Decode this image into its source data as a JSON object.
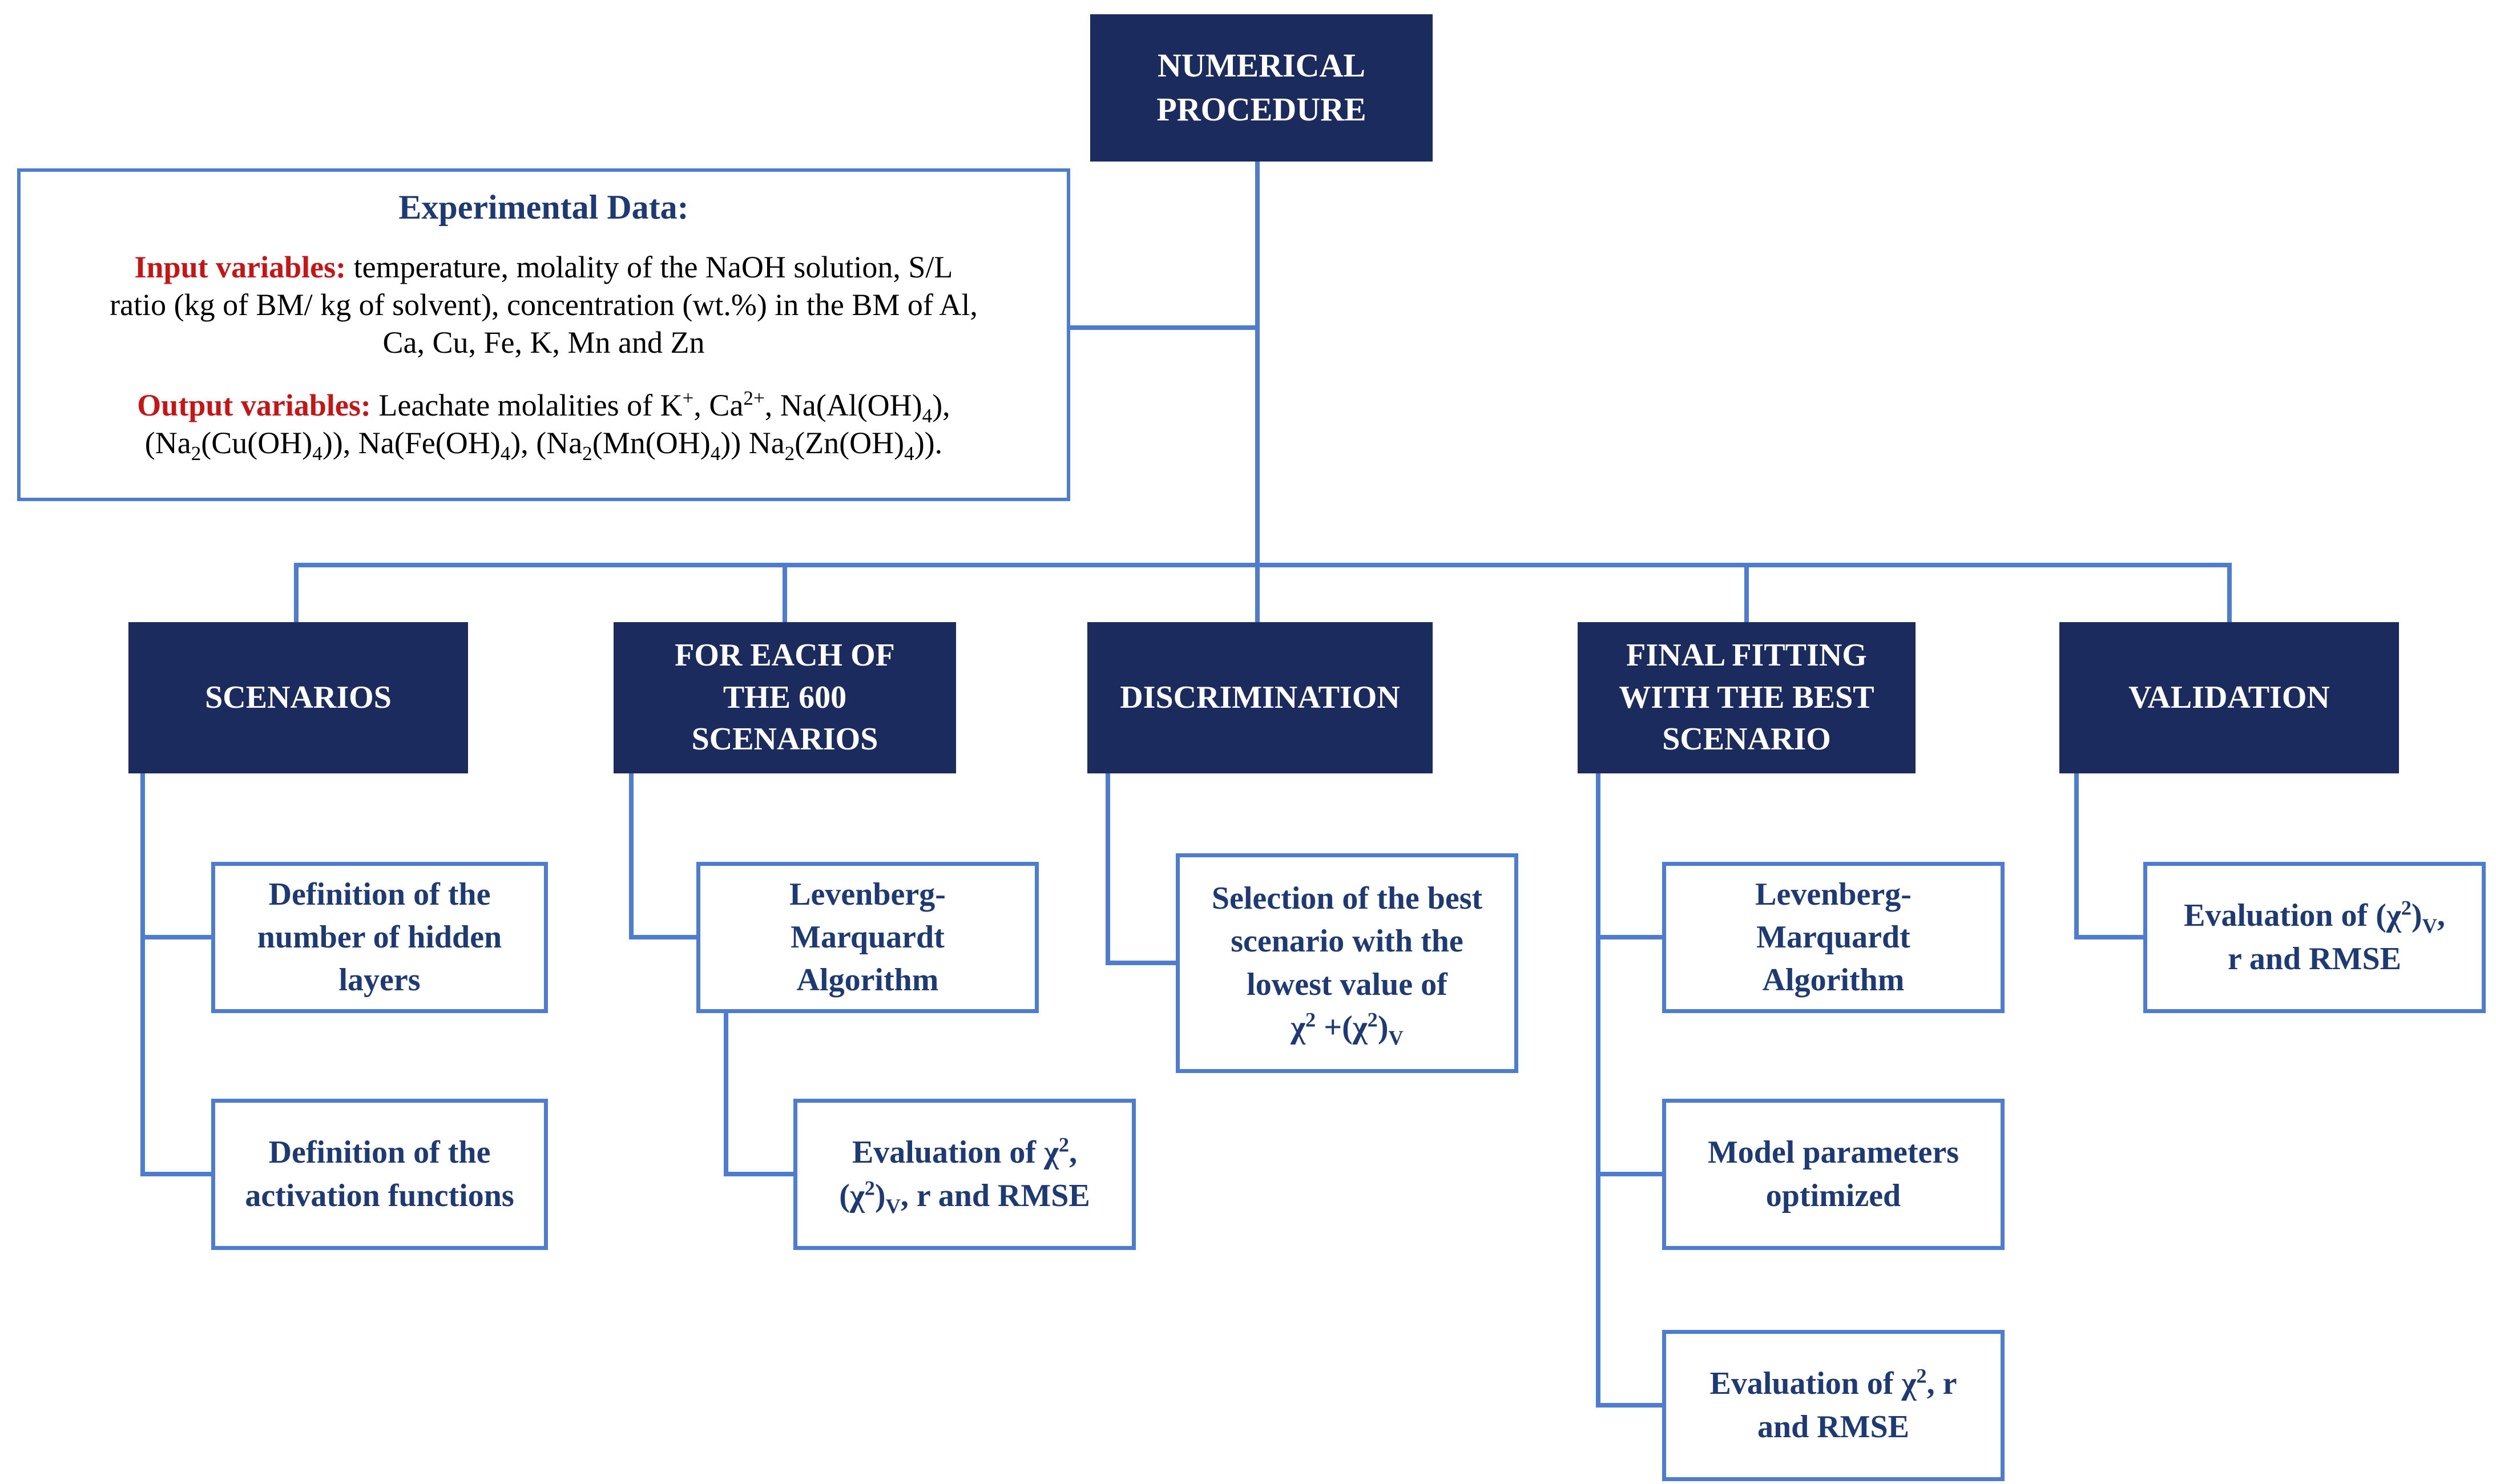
{
  "diagram": {
    "root": {
      "label": "NUMERICAL\nPROCEDURE"
    },
    "experimental": {
      "title": "Experimental Data:",
      "input_label": "Input variables:",
      "input_text": "temperature, molality of the NaOH solution, S/L\nratio (kg of BM/ kg of solvent), concentration (wt.%) in the BM of Al,\nCa, Cu, Fe, K, Mn and Zn",
      "output_label": "Output variables:",
      "output_text": "Leachate molalities of K^+^, Ca^2+^, Na(Al(OH)_4_),\n(Na_2_(Cu(OH)_4_)), Na(Fe(OH)_4_), (Na_2_(Mn(OH)_4_)) Na_2_(Zn(OH)_4_))."
    },
    "columns": [
      {
        "header": "SCENARIOS",
        "children": [
          "Definition of the\nnumber of hidden\nlayers",
          "Definition of the\nactivation functions"
        ]
      },
      {
        "header": "FOR EACH OF\nTHE 600\nSCENARIOS",
        "children": [
          "Levenberg-\nMarquardt\nAlgorithm",
          "Evaluation of χ^2^,\n(χ^2^)_V_, r and RMSE"
        ]
      },
      {
        "header": "DISCRIMINATION",
        "children": [
          "Selection of the best\nscenario with the\nlowest value of\nχ^2^ +(χ^2^)_V_"
        ]
      },
      {
        "header": "FINAL FITTING\nWITH THE BEST\nSCENARIO",
        "children": [
          "Levenberg-\nMarquardt\nAlgorithm",
          "Model parameters\noptimized",
          "Evaluation of χ^2^, r\nand RMSE"
        ]
      },
      {
        "header": "VALIDATION",
        "children": [
          "Evaluation of (χ^2^)_V_,\nr and RMSE"
        ]
      }
    ],
    "colors": {
      "navy": "#1b2b5e",
      "line": "#4e7cd0",
      "text_navy": "#1e3a75",
      "red": "#c81414"
    }
  }
}
